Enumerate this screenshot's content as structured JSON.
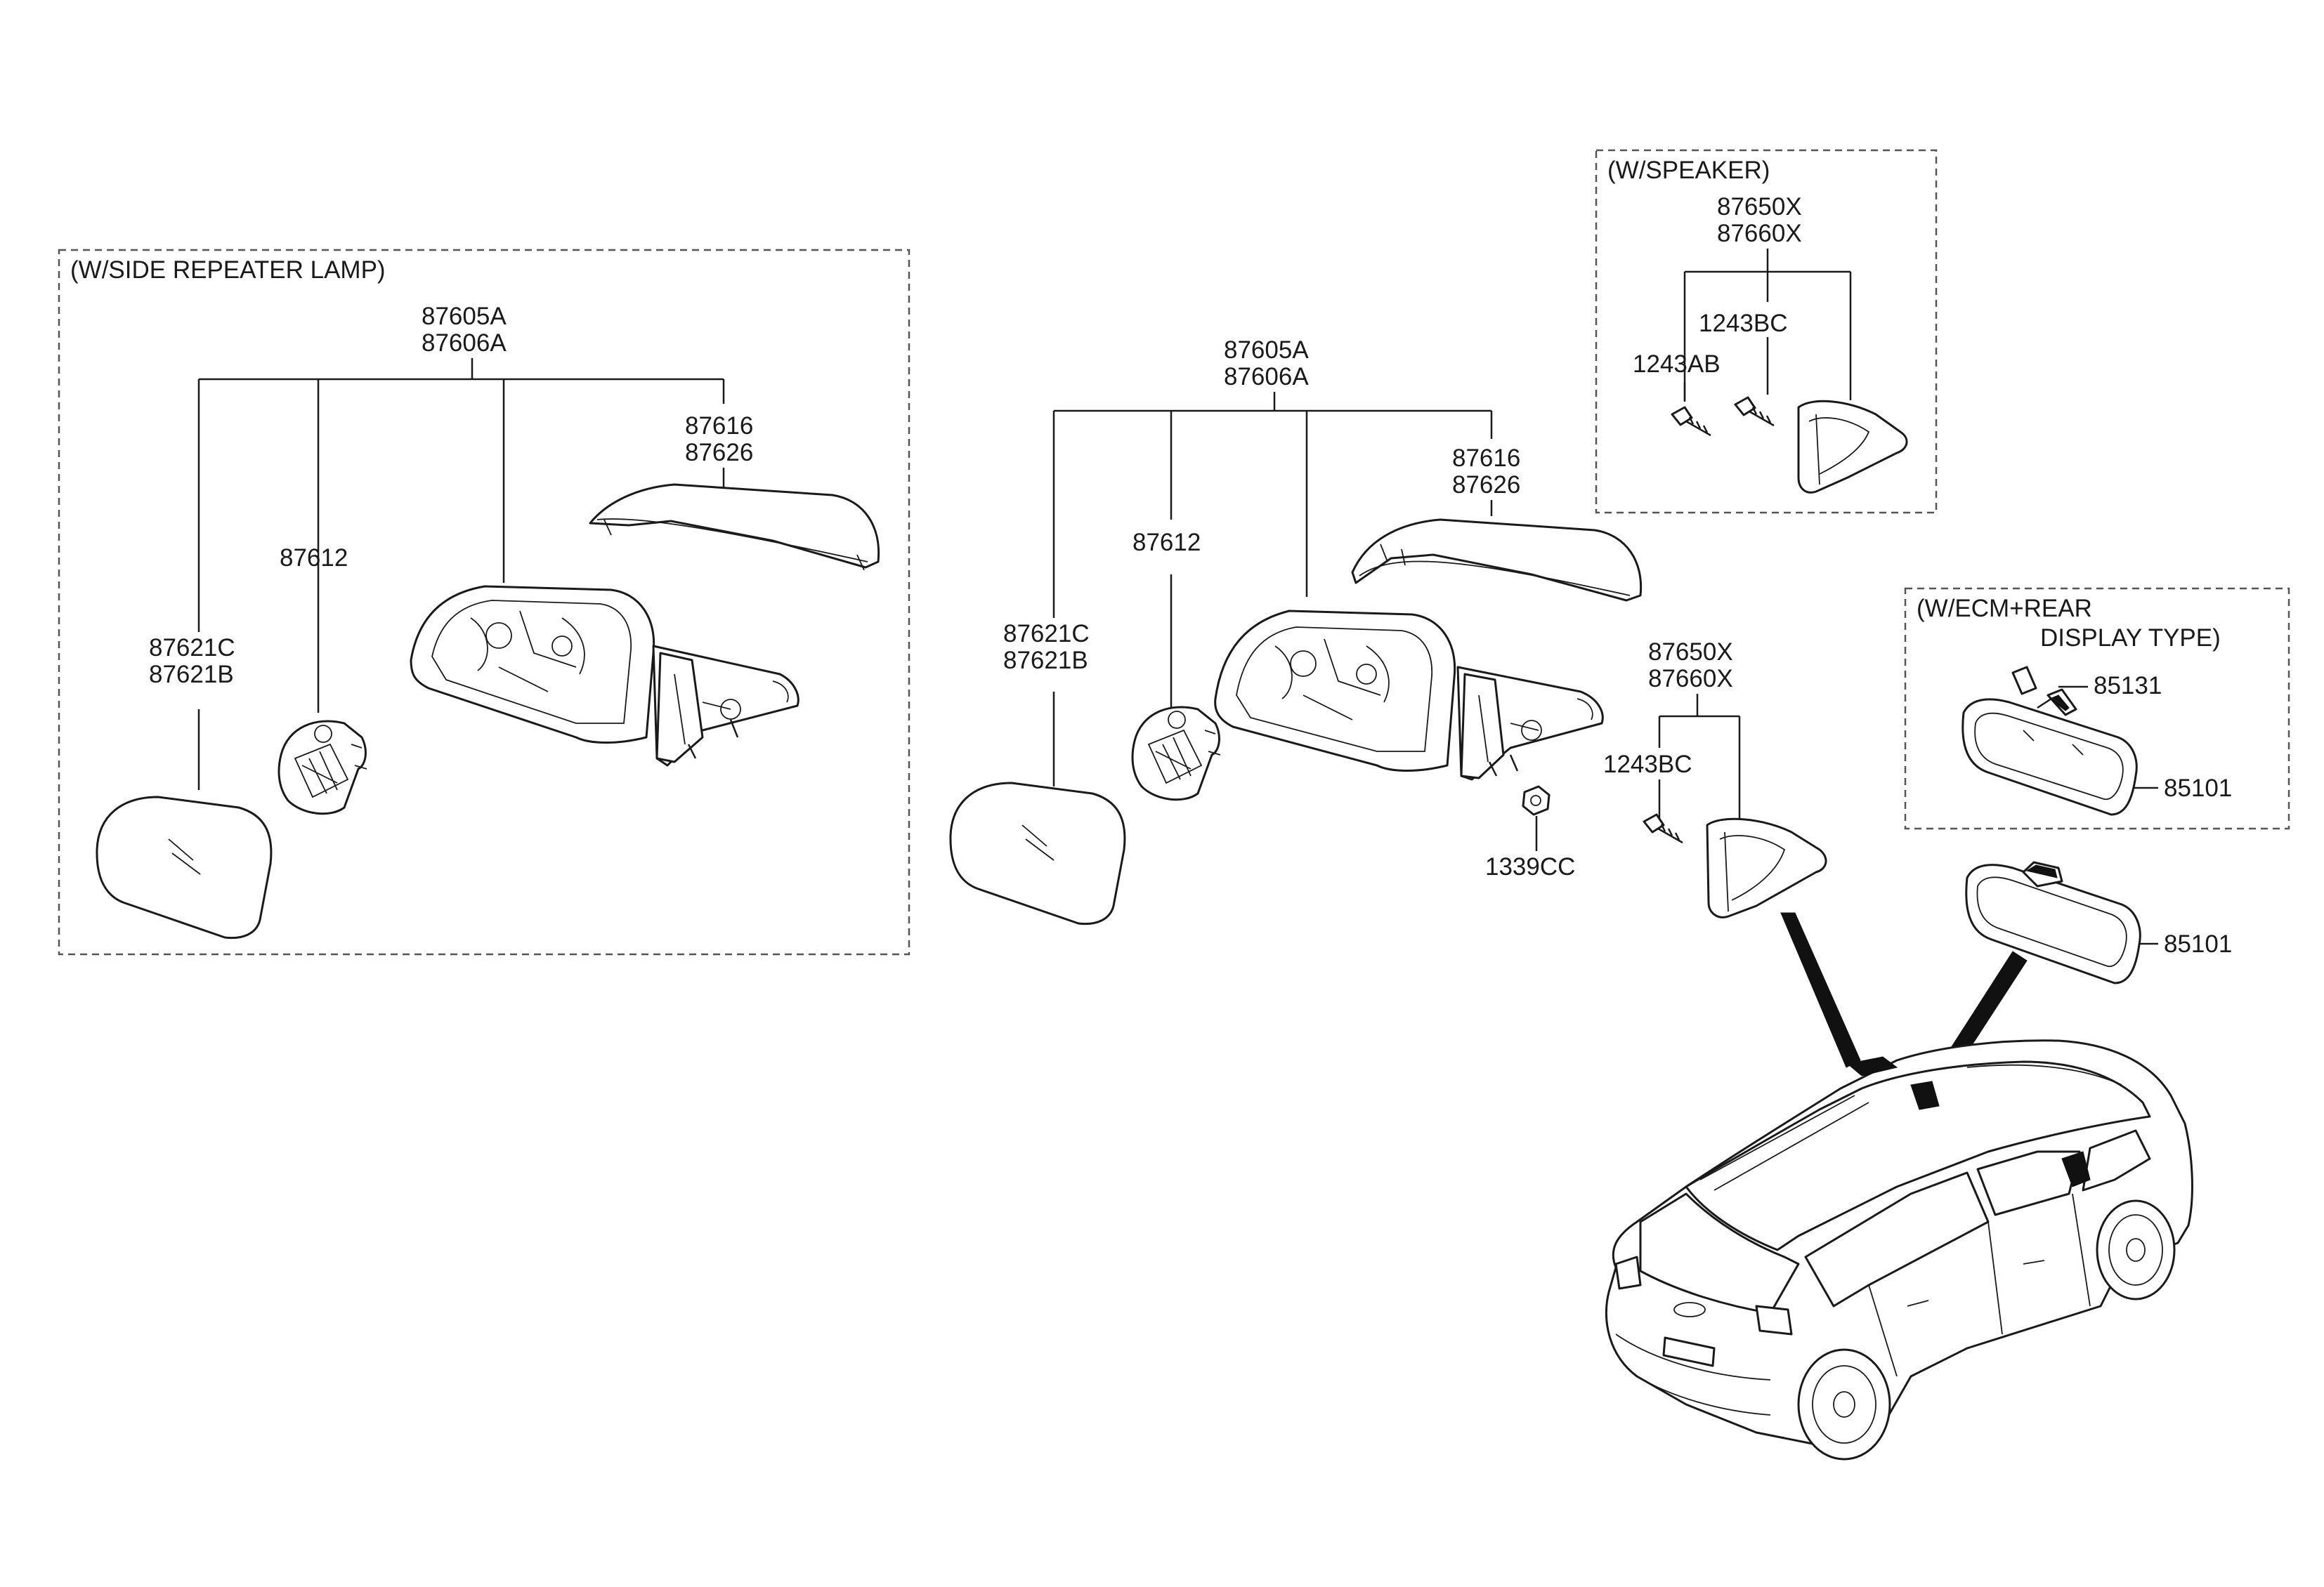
{
  "groups": {
    "side_repeater": {
      "title": "(W/SIDE REPEATER LAMP)"
    },
    "speaker": {
      "title": "(W/SPEAKER)"
    },
    "ecm": {
      "title_line1": "(W/ECM+REAR",
      "title_line2": "DISPLAY TYPE)"
    }
  },
  "labels": {
    "left_assembly_1": "87605A",
    "left_assembly_2": "87606A",
    "left_cover_1": "87616",
    "left_cover_2": "87626",
    "left_actuator": "87612",
    "left_glass_1": "87621C",
    "left_glass_2": "87621B",
    "mid_assembly_1": "87605A",
    "mid_assembly_2": "87606A",
    "mid_cover_1": "87616",
    "mid_cover_2": "87626",
    "mid_actuator": "87612",
    "mid_glass_1": "87621C",
    "mid_glass_2": "87621B",
    "mid_nut": "1339CC",
    "speaker_cover_1": "87650X",
    "speaker_cover_2": "87660X",
    "speaker_screw_bc": "1243BC",
    "speaker_screw_ab": "1243AB",
    "inner_cover_1": "87650X",
    "inner_cover_2": "87660X",
    "inner_screw": "1243BC",
    "ecm_clip": "85131",
    "ecm_mirror": "85101",
    "room_mirror": "85101"
  }
}
